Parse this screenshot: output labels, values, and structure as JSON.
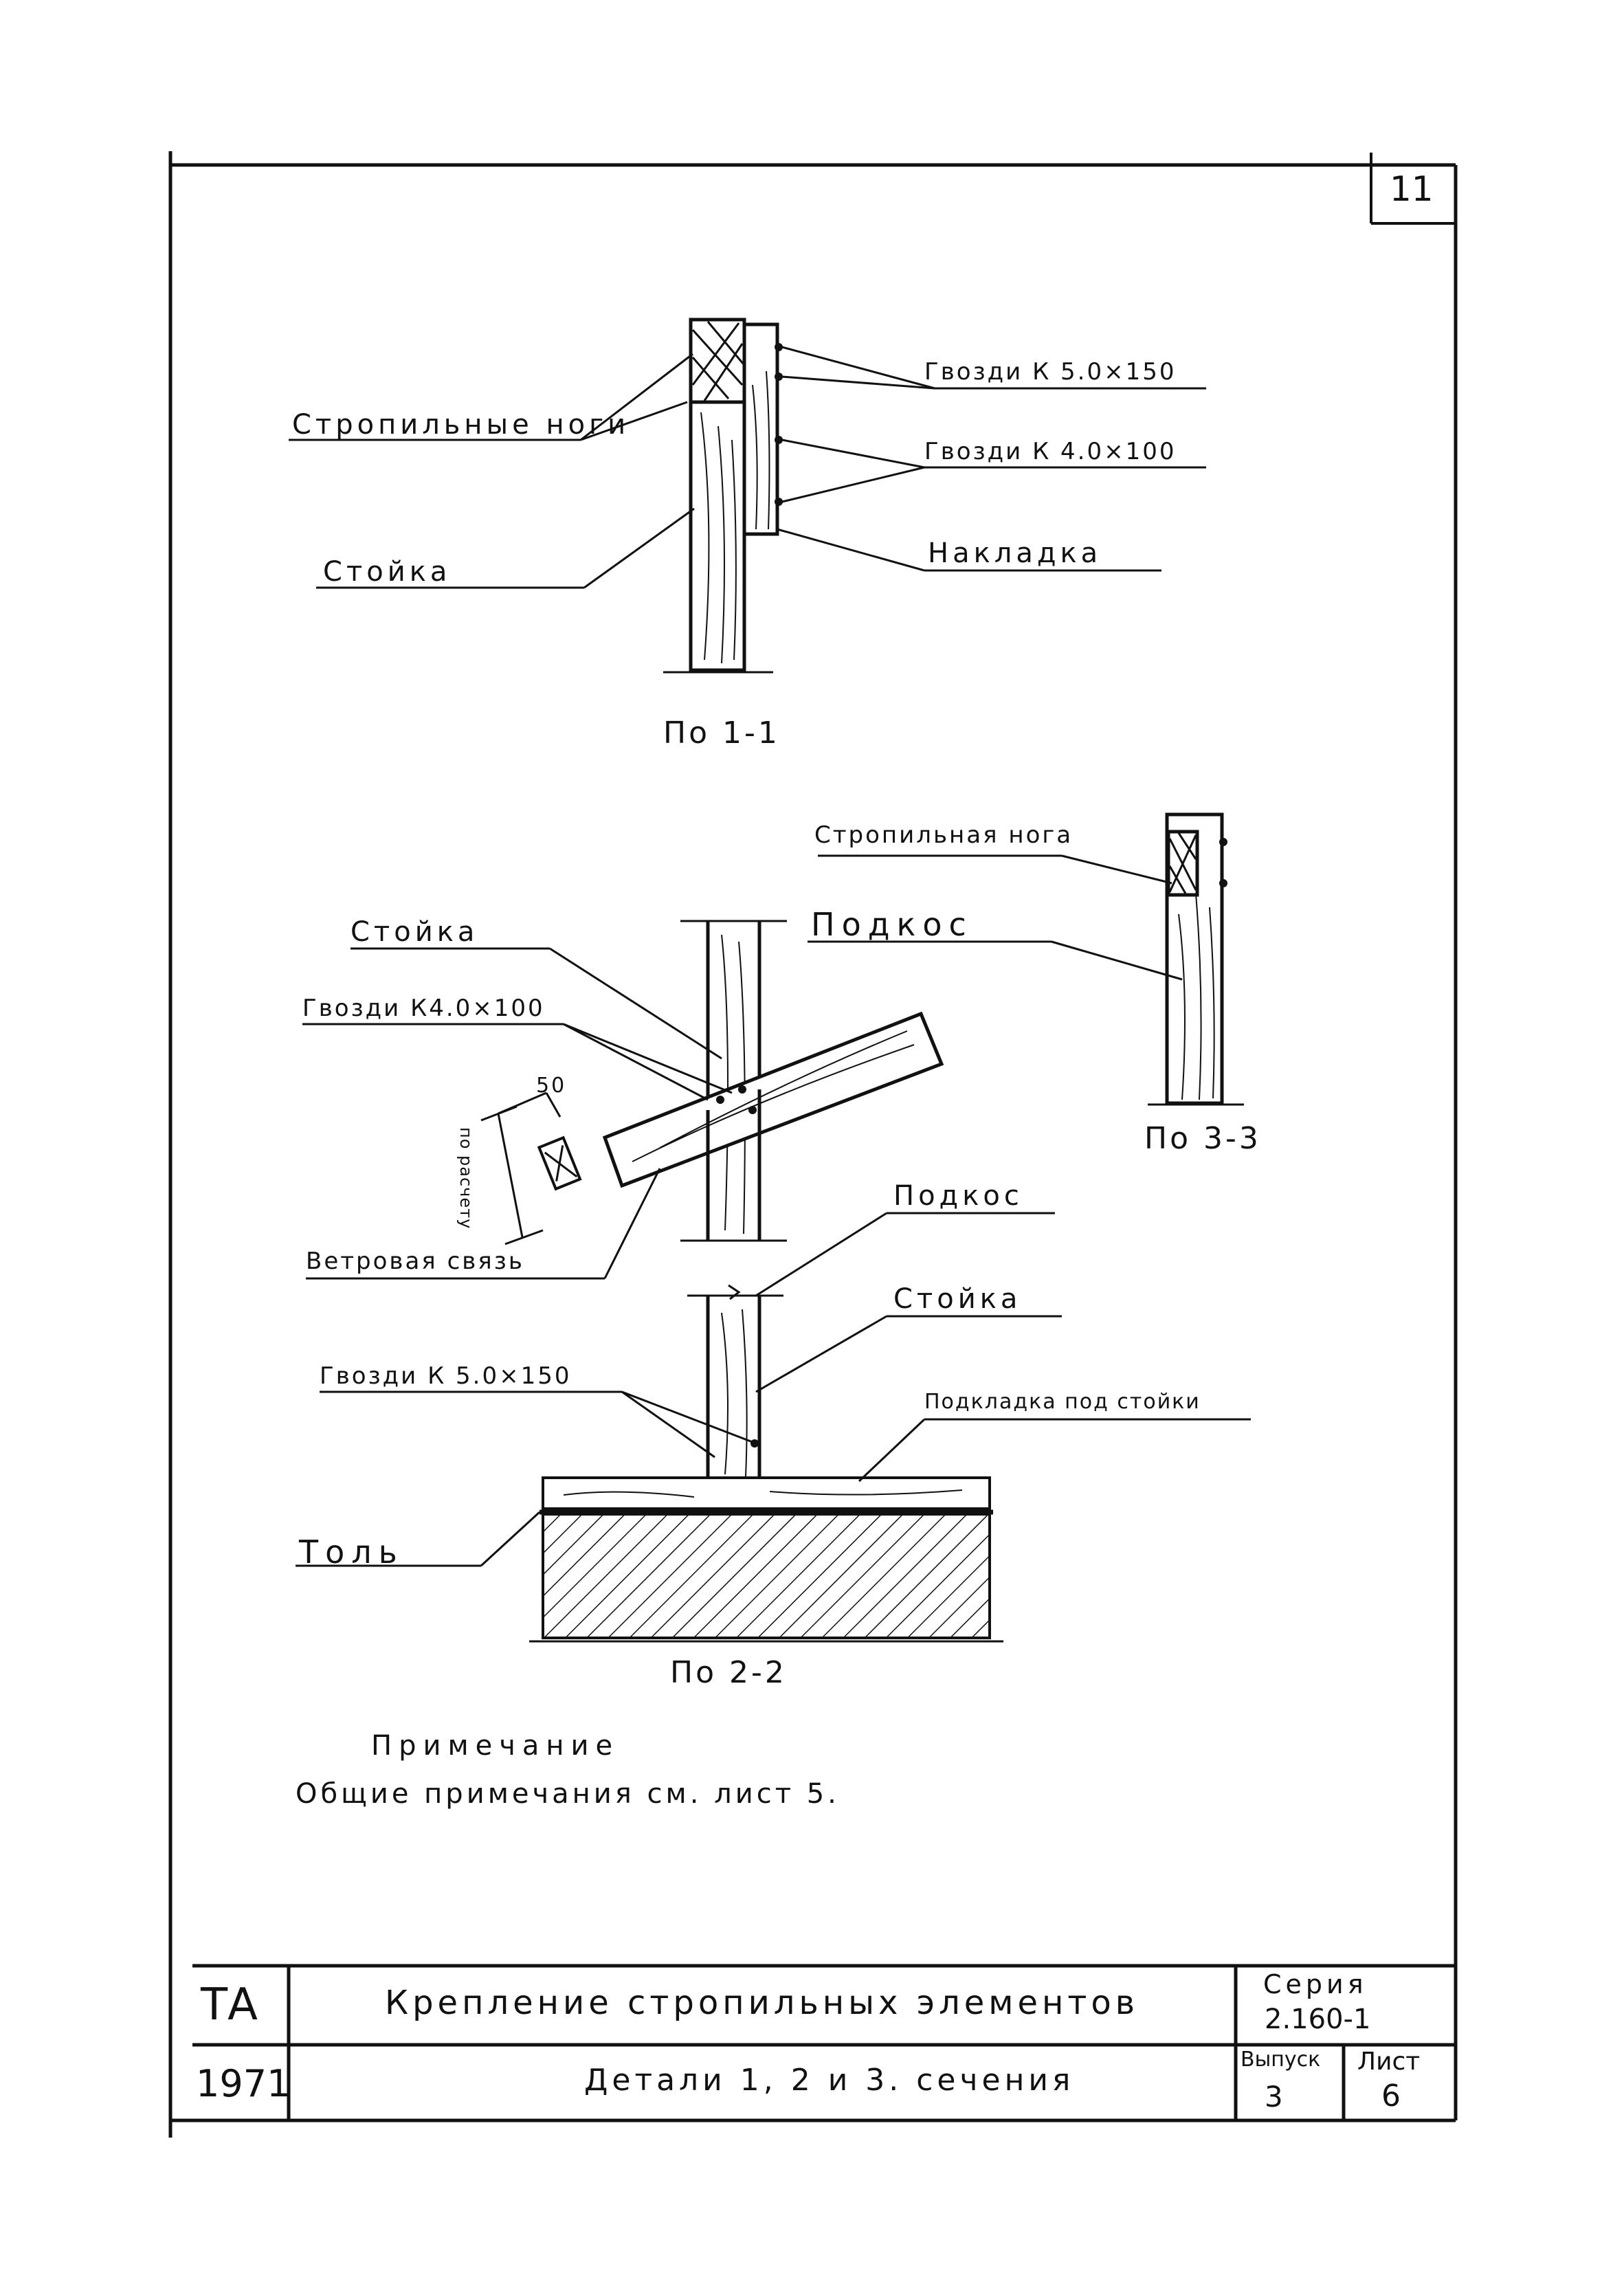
{
  "sheet_number": "11",
  "section_1_1": {
    "caption": "По 1-1",
    "labels": {
      "rafters": "Стропильные ноги",
      "post": "Стойка",
      "nails_large": "Гвозди К 5.0×150",
      "nails_small": "Гвозди К 4.0×100",
      "overlay": "Накладка"
    }
  },
  "section_3_3": {
    "caption": "По 3-3",
    "labels": {
      "rafter": "Стропильная нога",
      "brace": "Подкос"
    }
  },
  "section_2_2": {
    "caption": "По 2-2",
    "labels": {
      "post_top": "Стойка",
      "nails_small": "Гвозди К4.0×100",
      "wind_brace": "Ветровая связь",
      "brace": "Подкос",
      "post": "Стойка",
      "nails_large": "Гвозди К 5.0×150",
      "pad": "Подкладка под стойки",
      "roofing_felt": "Толь",
      "dim_50": "50",
      "dim_calc": "по расчету"
    }
  },
  "note": {
    "title": "Примечание",
    "text": "Общие примечания см. лист 5."
  },
  "title_block": {
    "org": "ТА",
    "year": "1971",
    "title": "Крепление стропильных элементов",
    "subtitle": "Детали 1, 2 и 3. сечения",
    "series_label": "Серия",
    "series_value": "2.160-1",
    "issue_label": "Выпуск",
    "issue_value": "3",
    "sheet_label": "Лист",
    "sheet_value": "6"
  }
}
